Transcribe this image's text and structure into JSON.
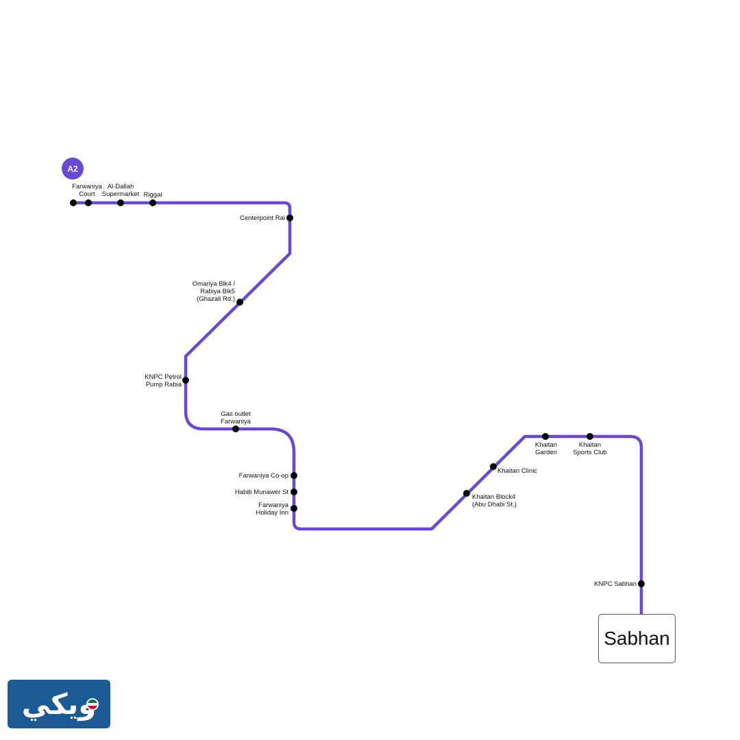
{
  "route": {
    "badge": "A2",
    "line_color": "#6a48d6",
    "terminus": "Sabhan",
    "stops": [
      {
        "id": "s0",
        "lines": []
      },
      {
        "id": "s1",
        "lines": [
          "Farwaniya",
          "Court"
        ]
      },
      {
        "id": "s2",
        "lines": [
          "Al-Dallah",
          "Supermarket"
        ]
      },
      {
        "id": "s3",
        "lines": [
          "Riggai"
        ]
      },
      {
        "id": "s4",
        "lines": [
          "Centerpoint Rai"
        ]
      },
      {
        "id": "s5",
        "lines": [
          "Omariya Blk4 /",
          "Rabiya Blk5",
          "(Ghazali Rd.)"
        ]
      },
      {
        "id": "s6",
        "lines": [
          "KNPC Petrol",
          "Pump Rabia"
        ]
      },
      {
        "id": "s7",
        "lines": [
          "Gas outlet",
          "Farwaniya"
        ]
      },
      {
        "id": "s8",
        "lines": [
          "Farwaniya Co-op"
        ]
      },
      {
        "id": "s9",
        "lines": [
          "Habib Munawer St"
        ]
      },
      {
        "id": "s10",
        "lines": [
          "Farwaniya",
          "Holiday Inn"
        ]
      },
      {
        "id": "s11",
        "lines": [
          "Khaitan Block4",
          "(Abu Dhabi St.)"
        ]
      },
      {
        "id": "s12",
        "lines": [
          "Khaitan Clinic"
        ]
      },
      {
        "id": "s13",
        "lines": [
          "Khaitan",
          "Garden"
        ]
      },
      {
        "id": "s14",
        "lines": [
          "Khaitan",
          "Sports Club"
        ]
      },
      {
        "id": "s15",
        "lines": [
          "KNPC Sabhan"
        ]
      }
    ]
  },
  "logo": {
    "text": "ويكي",
    "background": "#1b5a95",
    "flag_colors": [
      "#007a3d",
      "#ffffff",
      "#ce1126"
    ]
  }
}
